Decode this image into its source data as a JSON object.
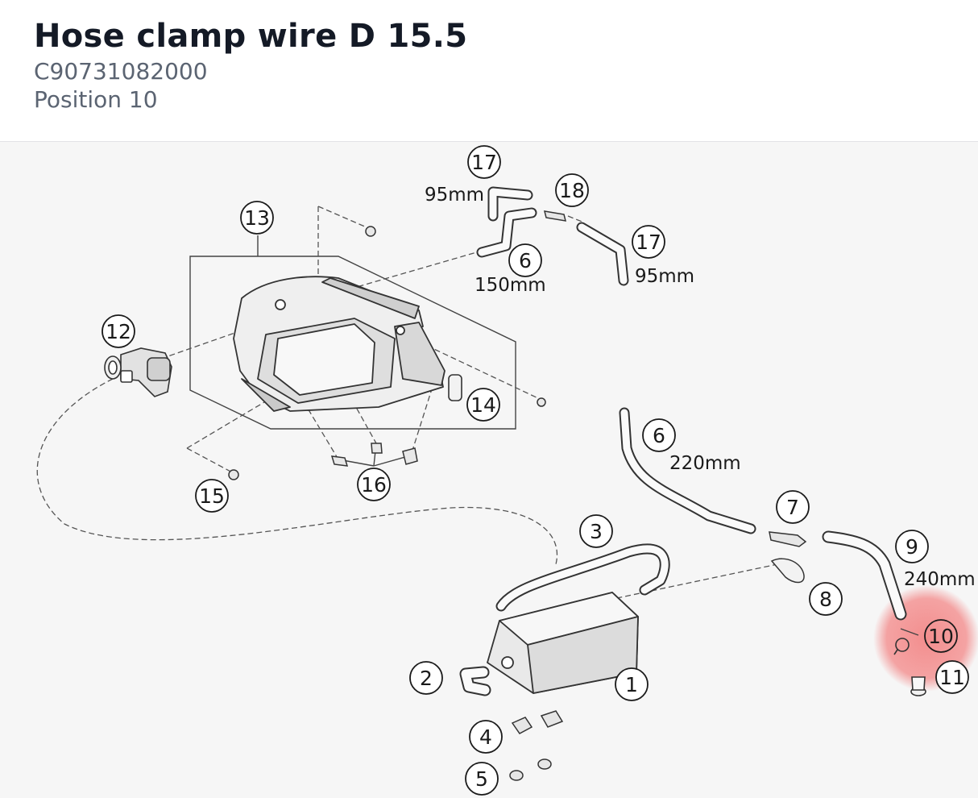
{
  "header": {
    "title": "Hose clamp wire D 15.5",
    "part_number": "C90731082000",
    "position": "Position 10"
  },
  "diagram": {
    "highlight_color": "#f26b6b",
    "callouts": [
      "17",
      "18",
      "13",
      "17",
      "6",
      "12",
      "14",
      "6",
      "15",
      "16",
      "7",
      "3",
      "9",
      "8",
      "10",
      "2",
      "1",
      "11",
      "4",
      "5"
    ],
    "dimensions": [
      "95mm",
      "95mm",
      "150mm",
      "220mm",
      "240mm"
    ]
  }
}
